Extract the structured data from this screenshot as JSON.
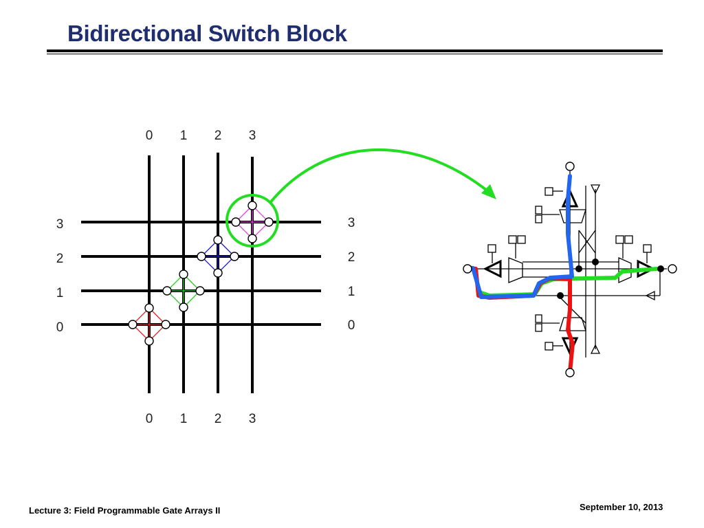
{
  "slide": {
    "title": "Bidirectional Switch Block",
    "footer_left": "Lecture 3: Field Programmable Gate Arrays II",
    "footer_right": "September 10, 2013"
  },
  "grid": {
    "top_labels": [
      "0",
      "1",
      "2",
      "3"
    ],
    "bottom_labels": [
      "0",
      "1",
      "2",
      "3"
    ],
    "left_labels": [
      "3",
      "2",
      "1",
      "0"
    ],
    "right_labels": [
      "3",
      "2",
      "1",
      "0"
    ]
  },
  "colors": {
    "switch_0": "#e02020",
    "switch_1": "#22cc22",
    "switch_2": "#1a1acc",
    "switch_3": "#dd44dd",
    "highlight": "#22dd22",
    "path_red": "#ee1111",
    "path_green": "#22dd22",
    "path_blue": "#2266ee",
    "wire": "#000000"
  }
}
